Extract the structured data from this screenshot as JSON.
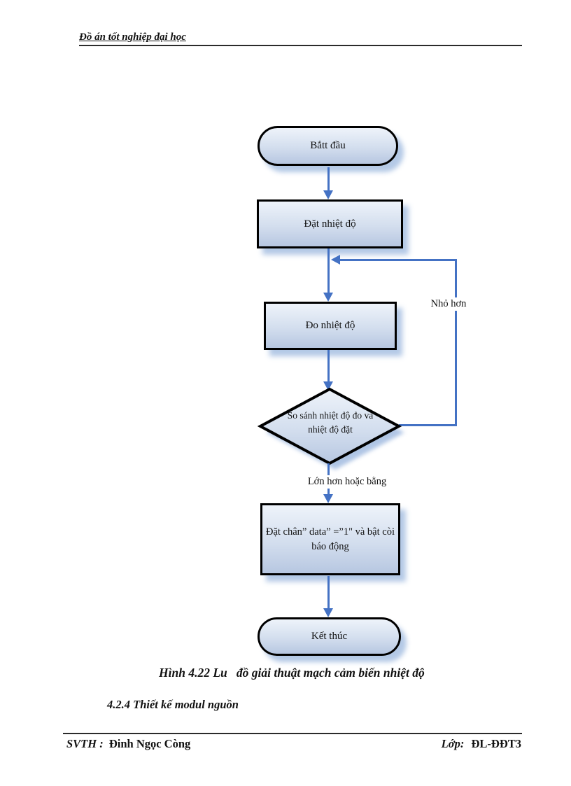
{
  "header": {
    "title": "Đồ án tốt nghiệp đại học"
  },
  "flowchart": {
    "start_label": "Bắtt đầu",
    "set_temp_label": "Đặt nhiệt độ",
    "measure_temp_label": "Đo nhiệt độ",
    "decision_line1": "So sánh nhiệt độ đo và",
    "decision_line2": "nhiệt độ đặt",
    "branch_less": "Nhỏ hơn",
    "branch_geq": "Lớn hơn hoặc bằng",
    "alarm_line1": "Đặt chân” data” =”1\" và bật còi",
    "alarm_line2": "báo động",
    "end_label": "Kết thúc"
  },
  "caption": "Hình 4.22 Lu   đồ giải thuật mạch cảm biến nhiệt độ",
  "section_heading": "4.2.4 Thiết kế modul nguồn",
  "footer": {
    "left_label": "SVTH :",
    "left_name": "Đinh Ngọc Còng",
    "right_label": "Lớp:",
    "right_value": "ĐL-ĐĐT3"
  },
  "colors": {
    "arrow_blue": "#4472c4",
    "shape_fill_light": "#eef3fa",
    "shape_fill_dark": "#b7c7e1",
    "shape_border": "#000000",
    "shape_shadow": "#a7bfe2"
  }
}
